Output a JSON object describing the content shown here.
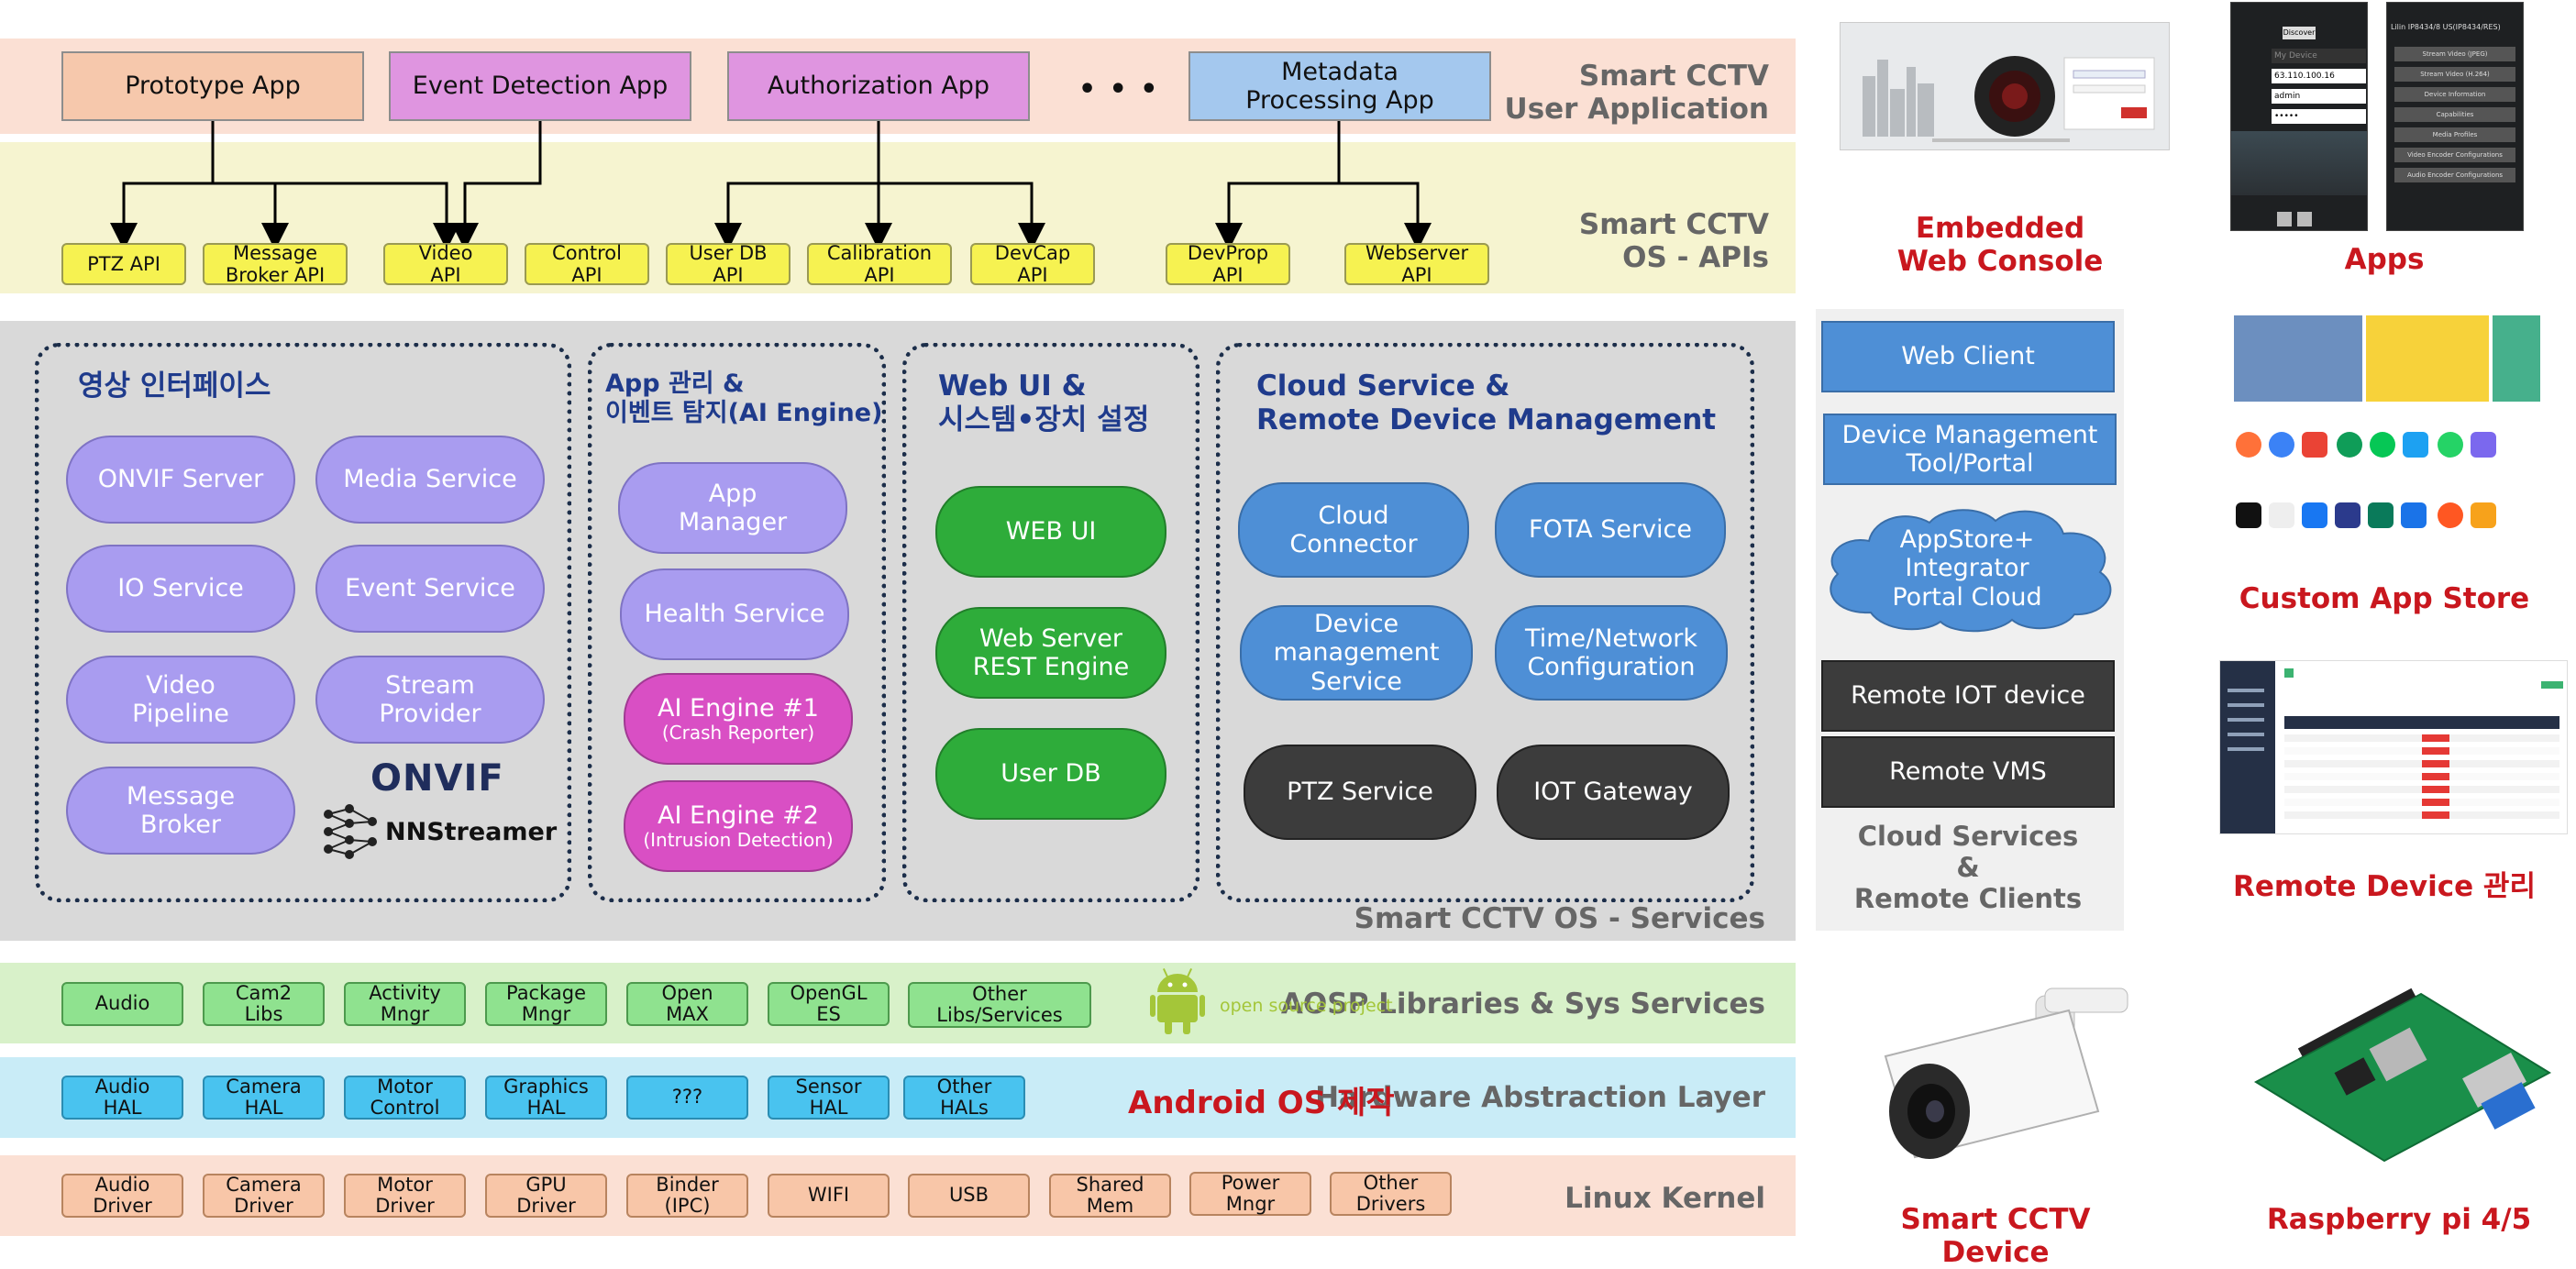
{
  "layers": {
    "user_app": "Smart CCTV\nUser Application",
    "apis": "Smart CCTV\nOS - APIs",
    "services": "Smart CCTV OS - Services",
    "aosp": "AOSP Libraries & Sys Services",
    "hal": "Hardware Abstraction Layer",
    "kernel": "Linux Kernel"
  },
  "apps": [
    "Prototype App",
    "Event Detection App",
    "Authorization App",
    "Metadata\nProcessing App"
  ],
  "apps_ellipsis": "• • •",
  "apis": [
    "PTZ API",
    "Message\nBroker API",
    "Video\nAPI",
    "Control\nAPI",
    "User DB\nAPI",
    "Calibration\nAPI",
    "DevCap\nAPI",
    "DevProp\nAPI",
    "Webserver\nAPI"
  ],
  "groups": {
    "video": {
      "title": "영상 인터페이스",
      "items": [
        "ONVIF Server",
        "Media Service",
        "IO Service",
        "Event Service",
        "Video\nPipeline",
        "Stream\nProvider",
        "Message\nBroker"
      ],
      "onvif_logo": "ONVIF",
      "nnstreamer_logo": "NNStreamer"
    },
    "app": {
      "title": "App 관리 &\n이벤트 탐지(AI Engine)",
      "items": [
        "App\nManager",
        "Health Service"
      ],
      "ai1": "AI Engine #1",
      "ai1_sub": "(Crash Reporter)",
      "ai2": "AI Engine #2",
      "ai2_sub": "(Intrusion Detection)"
    },
    "web": {
      "title": "Web UI &\n시스템•장치 설정",
      "items": [
        "WEB UI",
        "Web Server\nREST Engine",
        "User DB"
      ]
    },
    "cloud": {
      "title": "Cloud Service &\nRemote Device Management",
      "items": [
        "Cloud\nConnector",
        "FOTA Service",
        "Device\nmanagement\nService",
        "Time/Network\nConfiguration",
        "PTZ Service",
        "IOT Gateway"
      ]
    }
  },
  "aosp_items": [
    "Audio",
    "Cam2\nLibs",
    "Activity\nMngr",
    "Package\nMngr",
    "Open\nMAX",
    "OpenGL\nES",
    "Other\nLibs/Services"
  ],
  "aosp_logo_text": "open source project",
  "hal_items": [
    "Audio\nHAL",
    "Camera\nHAL",
    "Motor\nControl",
    "Graphics\nHAL",
    "???",
    "Sensor\nHAL",
    "Other\nHALs"
  ],
  "hal_red_label": "Android OS 제작",
  "kernel_items": [
    "Audio\nDriver",
    "Camera\nDriver",
    "Motor\nDriver",
    "GPU\nDriver",
    "Binder\n(IPC)",
    "WIFI",
    "USB",
    "Shared\nMem",
    "Power\nMngr",
    "Other\nDrivers"
  ],
  "cloud_panel": {
    "items": [
      "Web Client",
      "Device Management\nTool/Portal",
      "AppStore+\nIntegrator\nPortal Cloud",
      "Remote IOT device",
      "Remote VMS"
    ],
    "caption": "Cloud Services\n&\nRemote Clients"
  },
  "thumbnails": {
    "web_console": "Embedded\nWeb Console",
    "apps": "Apps",
    "app_store": "Custom App Store",
    "remote_device": "Remote Device 관리",
    "cctv_device": "Smart CCTV Device",
    "raspberry": "Raspberry pi 4/5",
    "apps_phone1": [
      "Discover",
      "My Device",
      "63.110.100.16",
      "admin",
      "•••••"
    ],
    "apps_phone2": [
      "Lilin IP8434/8 US(IP8434/RES)",
      "Stream Video (JPEG)",
      "Stream Video (H.264)",
      "Device Information",
      "Capabilities",
      "Media Profiles",
      "Video Encoder Configurations",
      "Audio Encoder Configurations"
    ]
  },
  "colors": {
    "user_app_band": "#fbe0d4",
    "api_band": "#f6f4d0",
    "services_band": "#d9d9d9",
    "aosp_band": "#d8f1c9",
    "hal_band": "#c9ecf7",
    "kernel_band": "#fbe0d4",
    "accent_red": "#c9171e"
  }
}
